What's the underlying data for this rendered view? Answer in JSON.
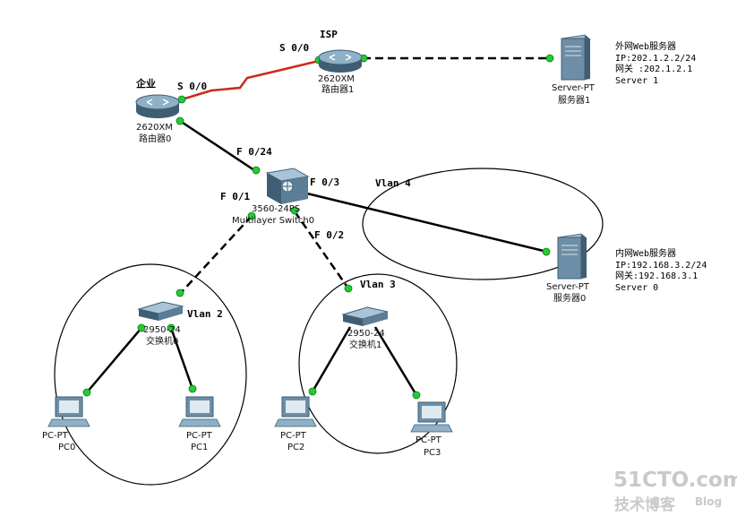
{
  "devices": {
    "isp": {
      "name": "ISP",
      "model": "2620XM",
      "caption": "路由器1"
    },
    "enterprise": {
      "name": "企业",
      "model": "2620XM",
      "caption": "路由器0"
    },
    "mls": {
      "model": "3560-24PS",
      "caption": "Multilayer Switch0"
    },
    "sw0": {
      "model": "2950-24",
      "caption": "交换机0"
    },
    "sw1": {
      "model": "2950-24",
      "caption": "交换机1"
    },
    "server1": {
      "model": "Server-PT",
      "caption": "服务器1"
    },
    "server0": {
      "model": "Server-PT",
      "caption": "服务器0"
    },
    "pc0": {
      "model": "PC-PT",
      "caption": "PC0"
    },
    "pc1": {
      "model": "PC-PT",
      "caption": "PC1"
    },
    "pc2": {
      "model": "PC-PT",
      "caption": "PC2"
    },
    "pc3": {
      "model": "PC-PT",
      "caption": "PC3"
    }
  },
  "ports": {
    "isp_s00": "S 0/0",
    "ent_s00": "S 0/0",
    "mls_f024": "F 0/24",
    "mls_f01": "F 0/1",
    "mls_f02": "F 0/2",
    "mls_f03": "F 0/3"
  },
  "vlans": {
    "vlan2": "Vlan 2",
    "vlan3": "Vlan 3",
    "vlan4": "Vlan 4"
  },
  "annotations": {
    "external": {
      "title": "外网Web服务器",
      "ip": "IP:202.1.2.2/24",
      "gateway": "网关 :202.1.2.1",
      "name": "Server 1"
    },
    "internal": {
      "title": "内网Web服务器",
      "ip": "IP:192.168.3.2/24",
      "gateway": "网关:192.168.3.1",
      "name": "Server 0"
    }
  },
  "watermark": {
    "brand": "51CTO.com",
    "tagline": "技术博客",
    "blog": "Blog"
  },
  "colors": {
    "serial_link": "#cc2a1e",
    "port_dot": "#22cc33",
    "line": "#000000"
  }
}
